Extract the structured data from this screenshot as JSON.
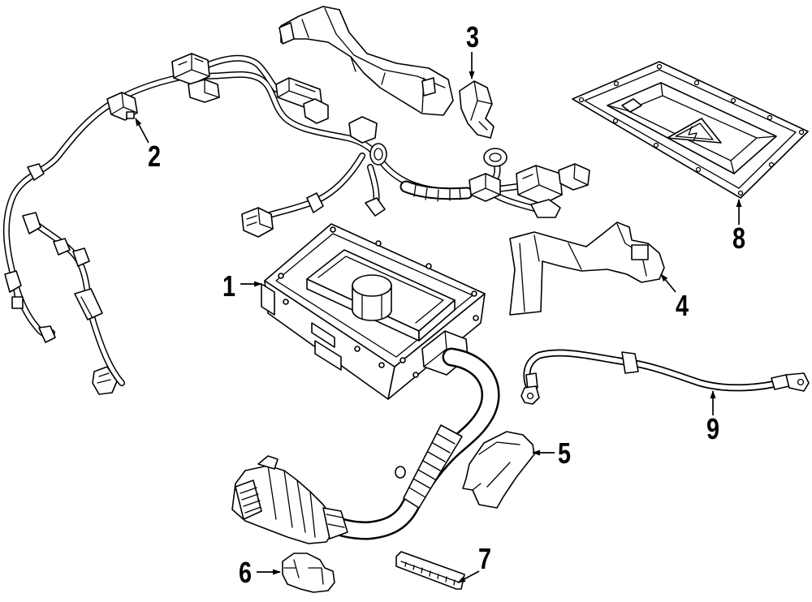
{
  "colors": {
    "line": "#000000",
    "background": "#ffffff"
  },
  "callouts": [
    {
      "label": "1"
    },
    {
      "label": "2"
    },
    {
      "label": "3"
    },
    {
      "label": "4"
    },
    {
      "label": "5"
    },
    {
      "label": "6"
    },
    {
      "label": "7"
    },
    {
      "label": "8"
    },
    {
      "label": "9"
    }
  ]
}
